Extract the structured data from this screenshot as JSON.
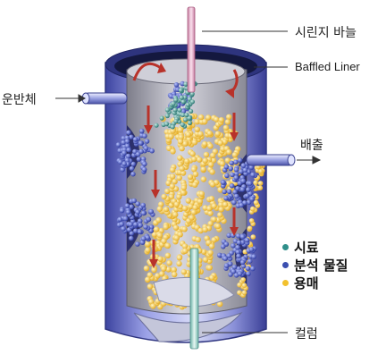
{
  "labels": {
    "syringe_needle": "시린지 바늘",
    "baffled_liner": "Baffled Liner",
    "carrier": "운반체",
    "outlet": "배출",
    "column": "컬럼"
  },
  "legend": {
    "items": [
      {
        "label": "시료",
        "color": "#2f8f8a"
      },
      {
        "label": "분석 물질",
        "color": "#3b4fb0"
      },
      {
        "label": "용매",
        "color": "#f2c12e"
      }
    ]
  },
  "colors": {
    "outer_tube": "#6f76c9",
    "inner_liner": "#a8a8b4",
    "needle": "#e8a7c3",
    "column": "#9fd0c8",
    "flow_arrow": "#c0392b",
    "sample": "#2f8f8a",
    "analyte": "#3b4fb0",
    "solvent": "#f2c12e"
  }
}
